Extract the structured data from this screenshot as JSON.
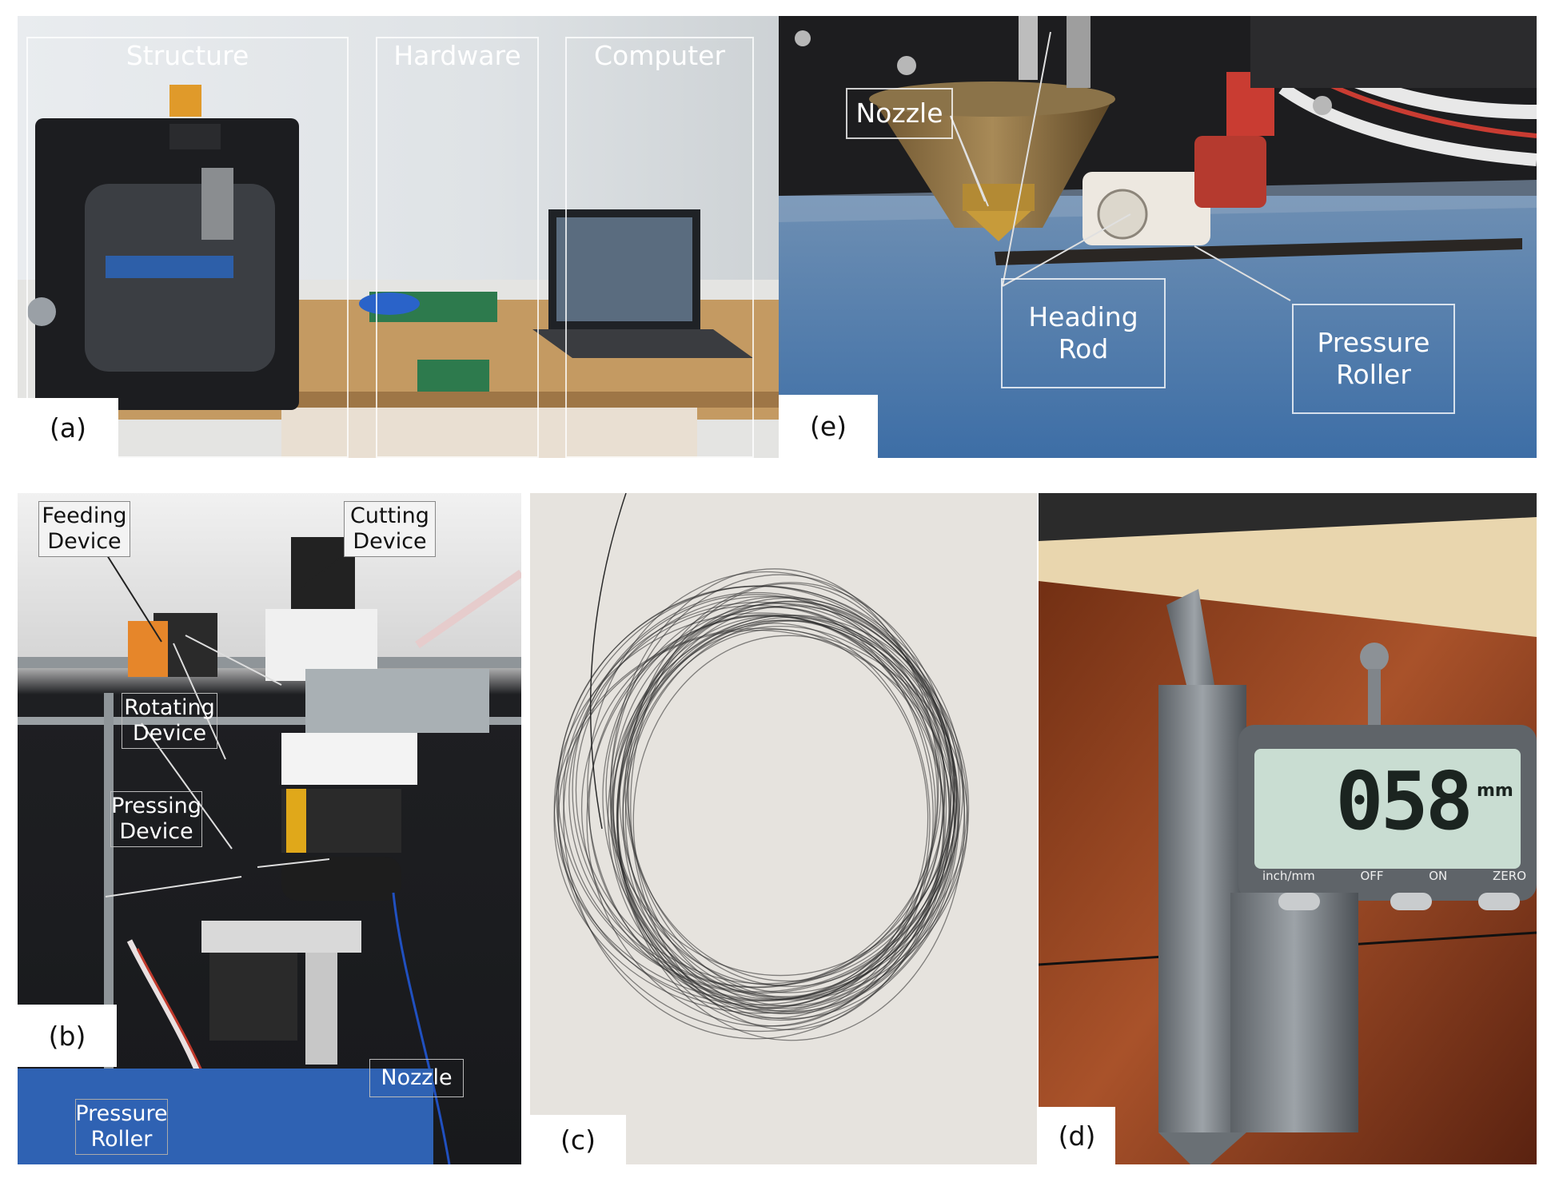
{
  "panels": {
    "a": {
      "label": "(a)",
      "regions": [
        "Structure",
        "Hardware",
        "Computer"
      ]
    },
    "e": {
      "label": "(e)",
      "callouts": {
        "nozzle": "Nozzle",
        "heading_rod": "Heading\nRod",
        "pressure_roller": "Pressure\nRoller"
      }
    },
    "b": {
      "label": "(b)",
      "callouts": {
        "feeding": "Feeding\nDevice",
        "cutting": "Cutting\nDevice",
        "rotating": "Rotating\nDevice",
        "pressing": "Pressing\nDevice",
        "nozzle": "Nozzle",
        "pressure_roller": "Pressure\nRoller"
      }
    },
    "c": {
      "label": "(c)"
    },
    "d": {
      "label": "(d)",
      "caliper_reading": "058",
      "caliper_unit": "mm",
      "caliper_buttons": [
        "inch/mm",
        "OFF",
        "ON",
        "ZERO"
      ]
    }
  }
}
